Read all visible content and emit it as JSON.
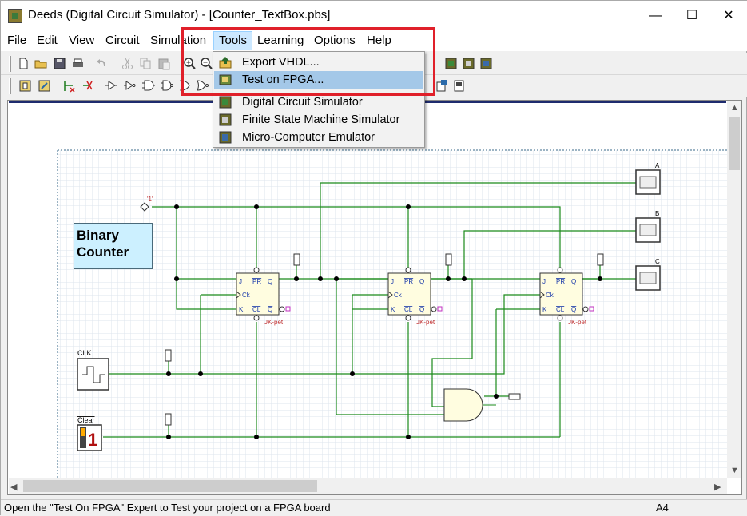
{
  "window": {
    "title": "Deeds (Digital Circuit Simulator) - [Counter_TextBox.pbs]",
    "minimize": "—",
    "maximize": "☐",
    "close": "✕"
  },
  "menubar": {
    "items": [
      {
        "label": "File"
      },
      {
        "label": "Edit"
      },
      {
        "label": "View"
      },
      {
        "label": "Circuit"
      },
      {
        "label": "Simulation"
      },
      {
        "label": "Tools"
      },
      {
        "label": "Learning"
      },
      {
        "label": "Options"
      },
      {
        "label": "Help"
      }
    ],
    "active": "Tools"
  },
  "tools_menu": {
    "items": [
      {
        "label": "Export VHDL...",
        "icon": "export-vhdl-icon"
      },
      {
        "label": "Test on FPGA...",
        "icon": "fpga-chip-icon",
        "hover": true
      },
      {
        "label": "Digital Circuit Simulator",
        "icon": "circuit-chip-icon"
      },
      {
        "label": "Finite State Machine Simulator",
        "icon": "fsm-chip-icon"
      },
      {
        "label": "Micro-Computer Emulator",
        "icon": "micro-chip-icon"
      }
    ]
  },
  "circuit": {
    "text_box": {
      "line1": "Binary",
      "line2": "Counter"
    },
    "constant_label": "'1'",
    "clock_label": "CLK",
    "clear_label": "Clear",
    "clear_value": "1",
    "outputs": [
      "A",
      "B",
      "C"
    ],
    "flipflop": {
      "j": "J",
      "pr": "PR",
      "q": "Q",
      "ck": "Ck",
      "k": "K",
      "cl": "CL",
      "qn": "Q",
      "name": "JK-pet"
    }
  },
  "colors": {
    "wire": "#1a8a1a",
    "accent_red": "#e0202a",
    "menu_hover": "#a4c8e8"
  },
  "statusbar": {
    "message": "Open the \"Test On FPGA\" Expert to Test your project on a FPGA board",
    "page": "A4"
  }
}
